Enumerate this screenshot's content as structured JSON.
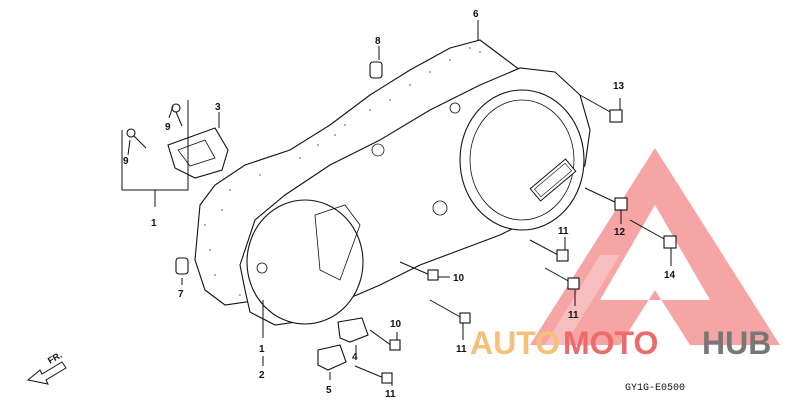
{
  "callouts": {
    "c1_top": "1",
    "c1_bottom": "1",
    "c2": "2",
    "c3": "3",
    "c4": "4",
    "c5": "5",
    "c6": "6",
    "c7": "7",
    "c8": "8",
    "c9_upper": "9",
    "c9_lower": "9",
    "c10_upper": "10",
    "c10_lower": "10",
    "c11_a": "11",
    "c11_b": "11",
    "c11_c": "11",
    "c11_d": "11",
    "c12": "12",
    "c13": "13",
    "c14": "14"
  },
  "front_arrow_label": "FR.",
  "diagram_code": "GY1G-E0500",
  "watermark": {
    "auto": "AUTO",
    "moto": "MOTO",
    "hub": "HUB"
  }
}
